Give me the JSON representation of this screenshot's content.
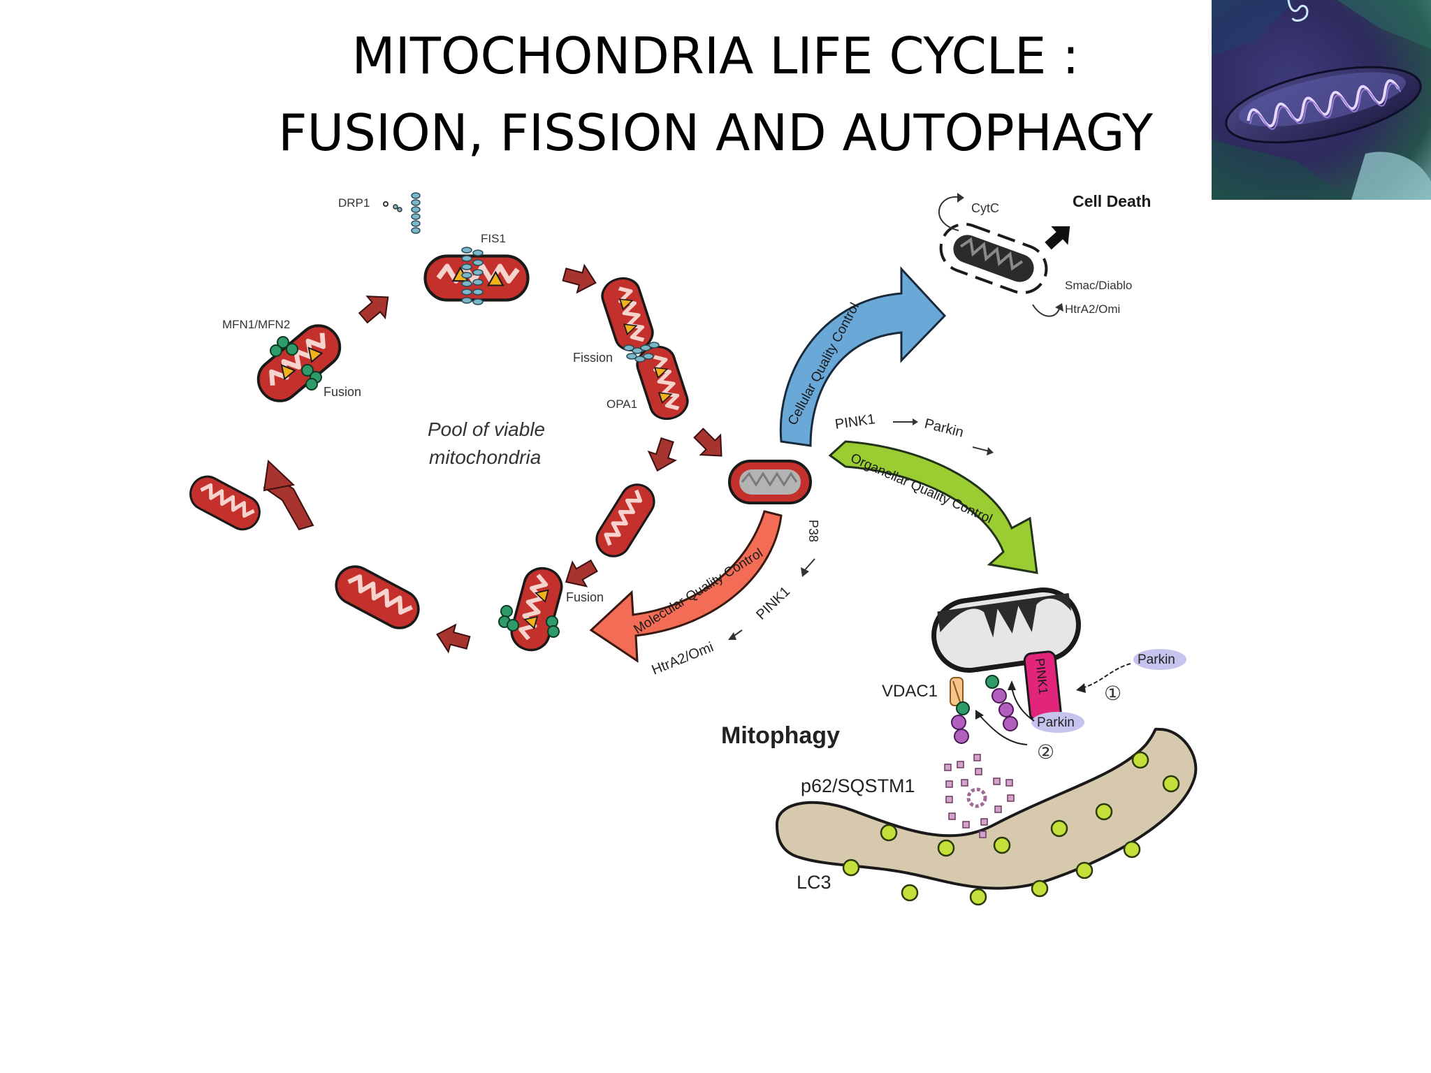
{
  "slide": {
    "title_line1": "MITOCHONDRIA LIFE CYCLE :",
    "title_line2": "FUSION, FISSION AND AUTOPHAGY"
  },
  "labels": {
    "drp1": "DRP1",
    "fis1": "FIS1",
    "mfn": "MFN1/MFN2",
    "fusion_top": "Fusion",
    "fission": "Fission",
    "opa1": "OPA1",
    "pool_line1": "Pool of viable",
    "pool_line2": "mitochondria",
    "fusion_bottom": "Fusion",
    "cytc": "CytC",
    "cell_death": "Cell Death",
    "smac": "Smac/Diablo",
    "htra2_top": "HtrA2/Omi",
    "cellular_qc": "Cellular Quality Control",
    "pink1_parkin_1": "PINK1",
    "pink1_parkin_2": "Parkin",
    "organellar_qc": "Organellar Quality Control",
    "molecular_qc": "Molecular Quality Control",
    "p38": "P38",
    "pink1_lower": "PINK1",
    "htra2_lower": "HtrA2/Omi",
    "parkin_right": "Parkin",
    "circle_1": "①",
    "vdac1": "VDAC1",
    "pink1_box": "PINK1",
    "parkin_lower": "Parkin",
    "circle_2": "②",
    "mitophagy": "Mitophagy",
    "p62": "p62/SQSTM1",
    "lc3": "LC3"
  },
  "colors": {
    "mito_red": "#c4302b",
    "mito_crista": "#f6d3cc",
    "mito_yellow": "#f2b21b",
    "cellular_qc": "#6aa8d8",
    "organellar_qc": "#9acd32",
    "molecular_qc": "#f36c55",
    "arrow_red": "#a8342f",
    "damaged_gray": "#b3b3b3",
    "phagophore": "#d6c9ad",
    "lc3_dot": "#c5e03a",
    "parkin_bubble": "#c6c3ee",
    "pink1_pink": "#e0257a",
    "ubiquitin_purple": "#b25fc0",
    "green_protein": "#2f9a6a"
  }
}
